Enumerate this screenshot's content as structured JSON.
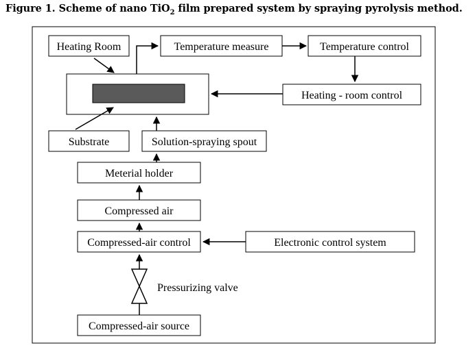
{
  "figure": {
    "caption_prefix": "Figure 1. Scheme of nano TiO",
    "caption_sub": "2",
    "caption_suffix": " film prepared system by spraying pyrolysis method."
  },
  "nodes": {
    "heating_room": "Heating Room",
    "temperature_measure": "Temperature measure",
    "temperature_control": "Temperature control",
    "heating_room_control": "Heating - room control",
    "substrate": "Substrate",
    "solution_spout": "Solution-spraying spout",
    "material_holder": "Meterial holder",
    "compressed_air": "Compressed air",
    "compressed_air_control": "Compressed-air control",
    "electronic_control": "Electronic control system",
    "pressurizing_valve": "Pressurizing valve",
    "compressed_air_source": "Compressed-air source"
  },
  "colors": {
    "line": "#000000",
    "substrate_fill": "#5a5a5a"
  }
}
